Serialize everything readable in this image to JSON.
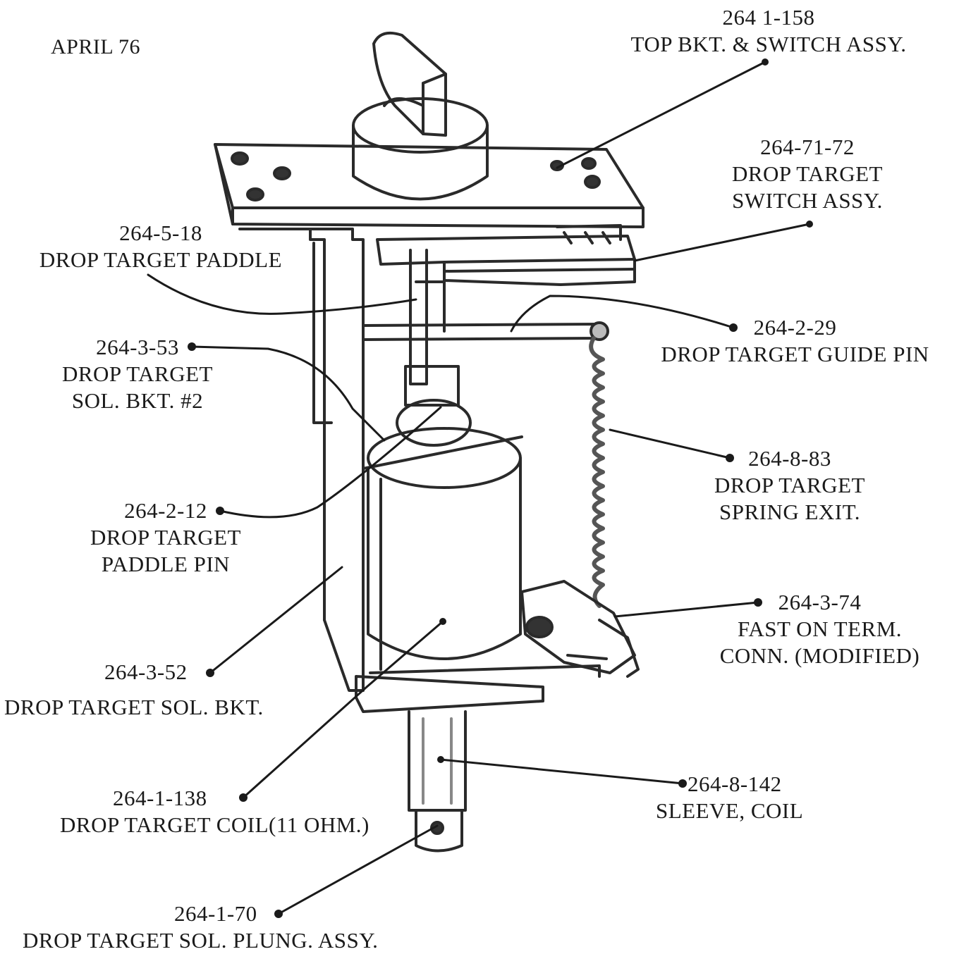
{
  "date_text": "APRIL 76",
  "callouts": [
    {
      "id": "top-bkt-switch-assy",
      "part_number": "264 1-158",
      "description": [
        "TOP BKT.  &  SWITCH ASSY."
      ]
    },
    {
      "id": "switch-assy",
      "part_number": "264-71-72",
      "description": [
        "DROP TARGET",
        "SWITCH ASSY."
      ]
    },
    {
      "id": "paddle",
      "part_number": "264-5-18",
      "description": [
        "DROP TARGET PADDLE"
      ]
    },
    {
      "id": "guide-pin",
      "part_number": "264-2-29",
      "description": [
        "DROP TARGET GUIDE PIN"
      ]
    },
    {
      "id": "sol-bkt-2",
      "part_number": "264-3-53",
      "description": [
        "DROP TARGET",
        "SOL.  BKT.  #2"
      ]
    },
    {
      "id": "spring-exit",
      "part_number": "264-8-83",
      "description": [
        "DROP TARGET",
        "SPRING EXIT."
      ]
    },
    {
      "id": "paddle-pin",
      "part_number": "264-2-12",
      "description": [
        "DROP TARGET",
        "PADDLE PIN"
      ]
    },
    {
      "id": "fast-on-term",
      "part_number": "264-3-74",
      "description": [
        "FAST ON TERM.",
        "CONN.  (MODIFIED)"
      ]
    },
    {
      "id": "sol-bkt",
      "part_number": "264-3-52",
      "description": [
        "DROP TARGET SOL.  BKT."
      ]
    },
    {
      "id": "sleeve-coil",
      "part_number": "264-8-142",
      "description": [
        "SLEEVE,  COIL"
      ]
    },
    {
      "id": "coil",
      "part_number": "264-1-138",
      "description": [
        "DROP TARGET COIL(11 OHM.)"
      ]
    },
    {
      "id": "plunger-assy",
      "part_number": "264-1-70",
      "description": [
        "DROP TARGET SOL.  PLUNG.  ASSY."
      ]
    }
  ]
}
